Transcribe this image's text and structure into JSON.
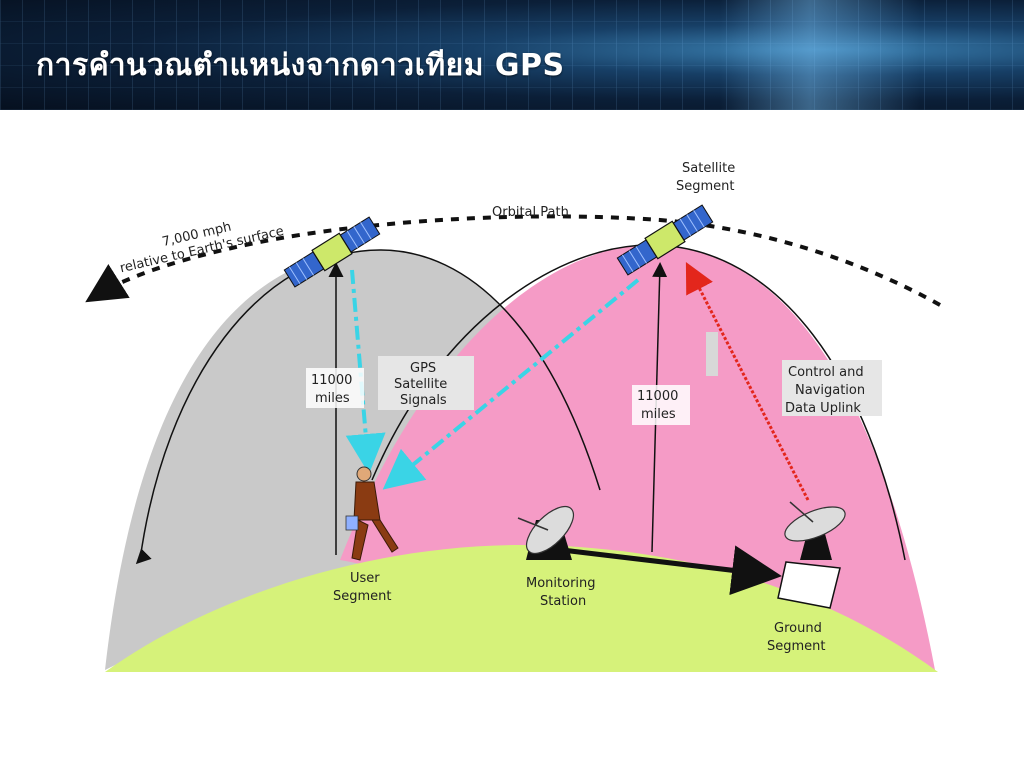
{
  "slide": {
    "title": "การคำนวณตำแหน่งจากดาวเทียม GPS"
  },
  "diagram": {
    "speed_label_line1": "7,000 mph",
    "speed_label_line2": "relative to Earth's surface",
    "orbital_path_label": "Orbital Path",
    "satellite_segment_line1": "Satellite",
    "satellite_segment_line2": "Segment",
    "distance_left_line1": "11000",
    "distance_left_line2": "miles",
    "distance_right_line1": "11000",
    "distance_right_line2": "miles",
    "gps_signals_line1": "GPS",
    "gps_signals_line2": "Satellite",
    "gps_signals_line3": "Signals",
    "uplink_line1": "Control and",
    "uplink_line2": "Navigation",
    "uplink_line3": "Data Uplink",
    "user_segment_line1": "User",
    "user_segment_line2": "Segment",
    "monitoring_line1": "Monitoring",
    "monitoring_line2": "Station",
    "ground_segment_line1": "Ground",
    "ground_segment_line2": "Segment"
  },
  "colors": {
    "earth": "#d6f27a",
    "left_coverage": "#c9c9c9",
    "right_coverage": "#f59bc6",
    "signal": "#3ad4e6",
    "uplink": "#e3261c"
  }
}
